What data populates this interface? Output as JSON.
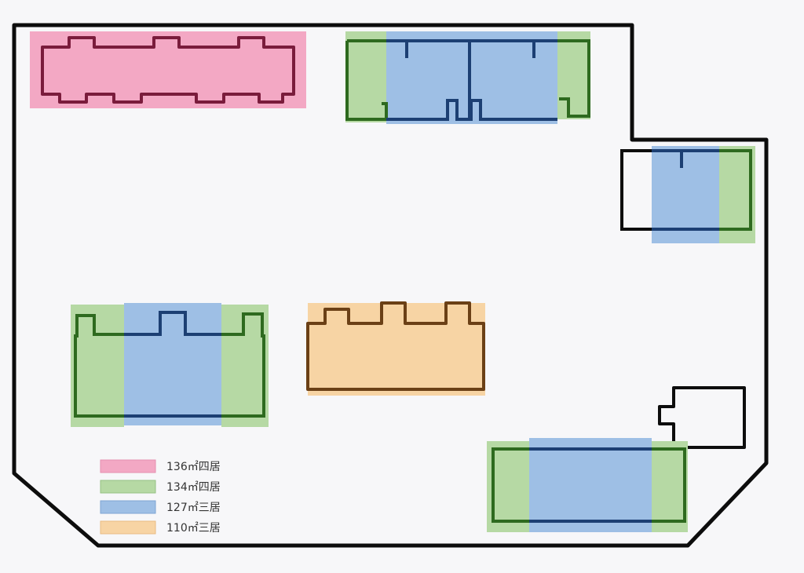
{
  "colors": {
    "background": "#f7f7f9",
    "site_outline": "#0d0d0d",
    "fill_136": "#f3a8c4",
    "stroke_136": "#7a1c3c",
    "fill_134": "#b6d9a4",
    "stroke_134": "#2e6a1f",
    "fill_127": "#9ebfe5",
    "stroke_127": "#1c3f73",
    "fill_110": "#f7d4a4",
    "stroke_110": "#6b4016",
    "vacant_building": "#0d0d0d"
  },
  "legend": [
    {
      "label": "136㎡四居",
      "color": "#f3a8c4"
    },
    {
      "label": "134㎡四居",
      "color": "#b6d9a4"
    },
    {
      "label": "127㎡三居",
      "color": "#9ebfe5"
    },
    {
      "label": "110㎡三居",
      "color": "#f7d4a4"
    }
  ]
}
